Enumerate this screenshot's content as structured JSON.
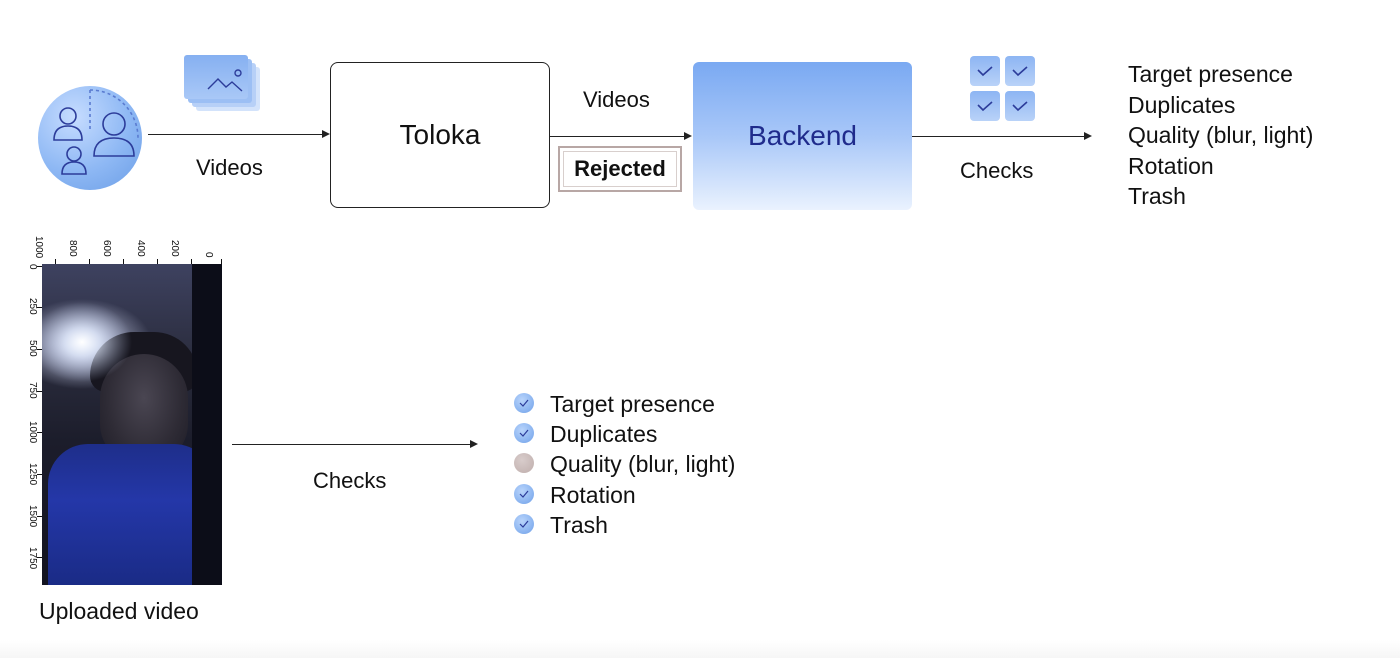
{
  "top_flow": {
    "arrow1_label": "Videos",
    "toloka_label": "Toloka",
    "arrow2_label": "Videos",
    "rejected_label": "Rejected",
    "backend_label": "Backend",
    "arrow3_label": "Checks",
    "checks": [
      "Target presence",
      "Duplicates",
      "Quality (blur, light)",
      "Rotation",
      "Trash"
    ]
  },
  "bottom_flow": {
    "video_caption": "Uploaded video",
    "x_ticks": [
      "1000",
      "800",
      "600",
      "400",
      "200",
      "0"
    ],
    "y_ticks": [
      "0",
      "250",
      "500",
      "750",
      "1000",
      "1250",
      "1500",
      "1750"
    ],
    "arrow_label": "Checks",
    "results": [
      {
        "label": "Target presence",
        "status": "pass"
      },
      {
        "label": "Duplicates",
        "status": "pass"
      },
      {
        "label": "Quality (blur, light)",
        "status": "fail"
      },
      {
        "label": "Rotation",
        "status": "pass"
      },
      {
        "label": "Trash",
        "status": "pass"
      }
    ]
  },
  "colors": {
    "accent_blue": "#8db6f1",
    "backend_text": "#1f2b8c",
    "fail_gray": "#bfaeac"
  },
  "icons": [
    "people-icon",
    "image-stack-icon",
    "checkbox-grid-icon",
    "check-bullet-icon"
  ]
}
